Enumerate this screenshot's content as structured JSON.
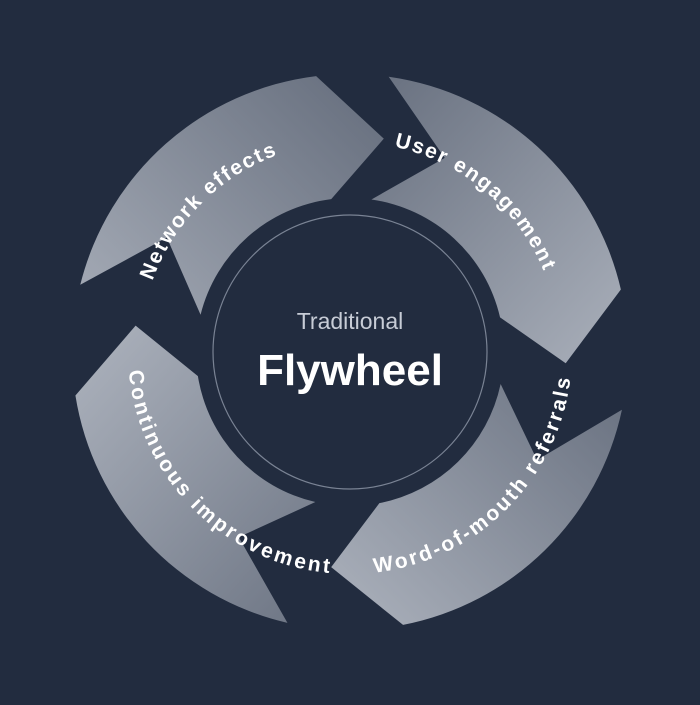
{
  "diagram": {
    "center": {
      "subtitle": "Traditional",
      "title": "Flywheel"
    },
    "segments": [
      {
        "label": "User engagement"
      },
      {
        "label": "Word-of-mouth referrals"
      },
      {
        "label": "Continuous improvement"
      },
      {
        "label": "Network effects"
      }
    ]
  },
  "colors": {
    "background": "#222c3f",
    "segment_light": "#a7adb8",
    "segment_dark": "#6b7382",
    "center_ring": "#8a93a3",
    "text": "#ffffff",
    "subtitle_text": "#c7ccd6"
  }
}
